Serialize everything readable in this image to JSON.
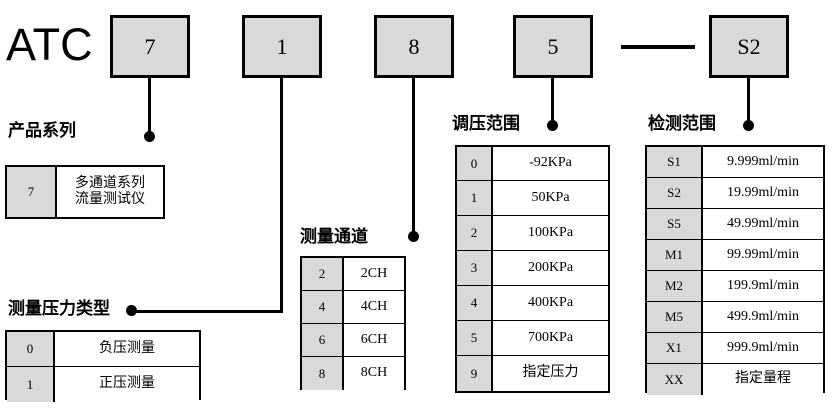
{
  "model_code": {
    "brand": "ATC",
    "segments": [
      {
        "name": "series",
        "value": "7"
      },
      {
        "name": "pressure-type",
        "value": "1"
      },
      {
        "name": "channels",
        "value": "8"
      },
      {
        "name": "pressure-range",
        "value": "5"
      },
      {
        "name": "separator",
        "value": "—"
      },
      {
        "name": "detection-range",
        "value": "S2"
      }
    ]
  },
  "sections": {
    "product_series": {
      "label": "产品系列",
      "rows": [
        {
          "code": "7",
          "desc": "多通道系列\n流量测试仪"
        }
      ]
    },
    "pressure_type": {
      "label": "测量压力类型",
      "rows": [
        {
          "code": "0",
          "desc": "负压测量"
        },
        {
          "code": "1",
          "desc": "正压测量"
        }
      ]
    },
    "channels": {
      "label": "测量通道",
      "rows": [
        {
          "code": "2",
          "desc": "2CH"
        },
        {
          "code": "4",
          "desc": "4CH"
        },
        {
          "code": "6",
          "desc": "6CH"
        },
        {
          "code": "8",
          "desc": "8CH"
        }
      ]
    },
    "pressure_range": {
      "label": "调压范围",
      "rows": [
        {
          "code": "0",
          "desc": "-92KPa"
        },
        {
          "code": "1",
          "desc": "50KPa"
        },
        {
          "code": "2",
          "desc": "100KPa"
        },
        {
          "code": "3",
          "desc": "200KPa"
        },
        {
          "code": "4",
          "desc": "400KPa"
        },
        {
          "code": "5",
          "desc": "700KPa"
        },
        {
          "code": "9",
          "desc": "指定压力"
        }
      ]
    },
    "detection_range": {
      "label": "检测范围",
      "rows": [
        {
          "code": "S1",
          "desc": "9.999ml/min"
        },
        {
          "code": "S2",
          "desc": "19.99ml/min"
        },
        {
          "code": "S5",
          "desc": "49.99ml/min"
        },
        {
          "code": "M1",
          "desc": "99.99ml/min"
        },
        {
          "code": "M2",
          "desc": "199.9ml/min"
        },
        {
          "code": "M5",
          "desc": "499.9ml/min"
        },
        {
          "code": "X1",
          "desc": "999.9ml/min"
        },
        {
          "code": "XX",
          "desc": "指定量程"
        }
      ]
    }
  },
  "colors": {
    "cell_fill": "#d9d9d9",
    "line": "#000000",
    "background": "#ffffff"
  }
}
